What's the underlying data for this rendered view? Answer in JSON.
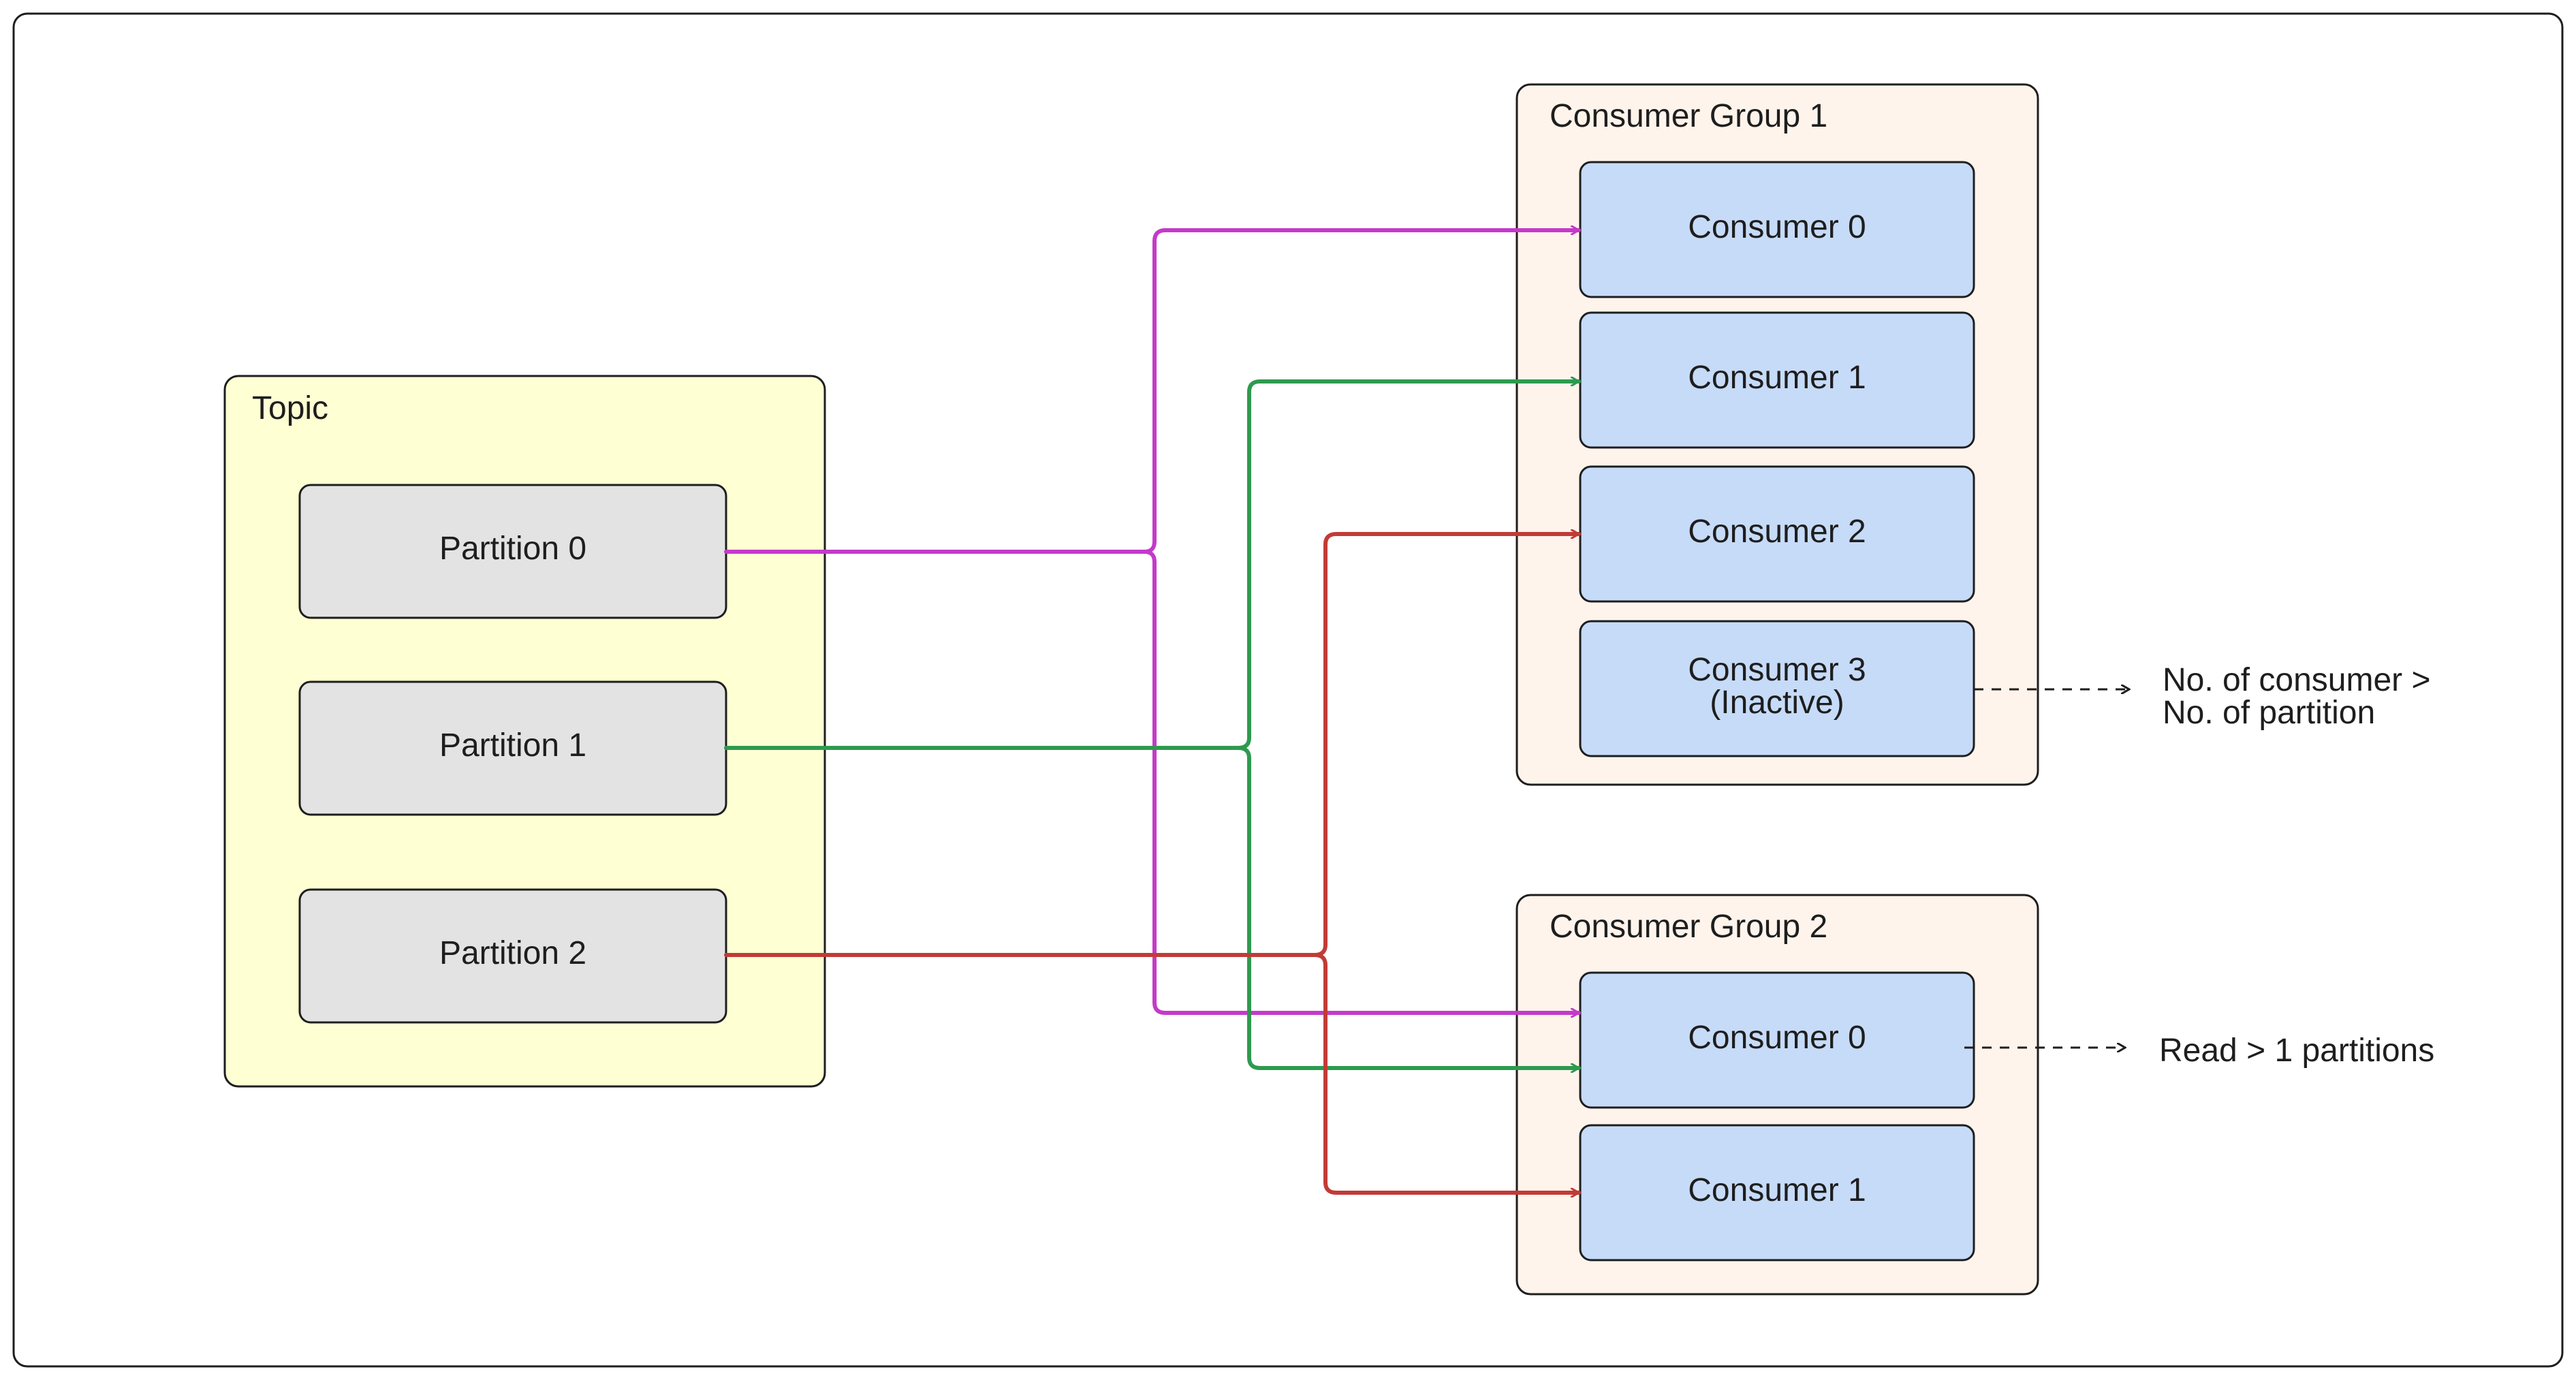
{
  "topic": {
    "title": "Topic",
    "fill_color": "#ffffd4",
    "partitions": [
      {
        "label": "Partition 0"
      },
      {
        "label": "Partition 1"
      },
      {
        "label": "Partition 2"
      }
    ]
  },
  "consumer_group_1": {
    "title": "Consumer Group 1",
    "fill_color": "#fff4ec",
    "consumers": [
      {
        "label": "Consumer 0"
      },
      {
        "label": "Consumer 1"
      },
      {
        "label": "Consumer 2"
      },
      {
        "label_line1": "Consumer 3",
        "label_line2": "(Inactive)"
      }
    ]
  },
  "consumer_group_2": {
    "title": "Consumer Group 2",
    "fill_color": "#fff4ec",
    "consumers": [
      {
        "label": "Consumer 0"
      },
      {
        "label": "Consumer 1"
      }
    ]
  },
  "notes": {
    "group1_line1": "No. of consumer >",
    "group1_line2": "No. of partition",
    "group2": "Read > 1 partitions"
  },
  "colors": {
    "partition_fill": "#e3e3e3",
    "consumer_fill": "#c6dbf8",
    "stroke": "#1e1e1e",
    "partition_0_edge": "#c43ac9",
    "partition_1_edge": "#2e9a4f",
    "partition_2_edge": "#c23b36"
  }
}
